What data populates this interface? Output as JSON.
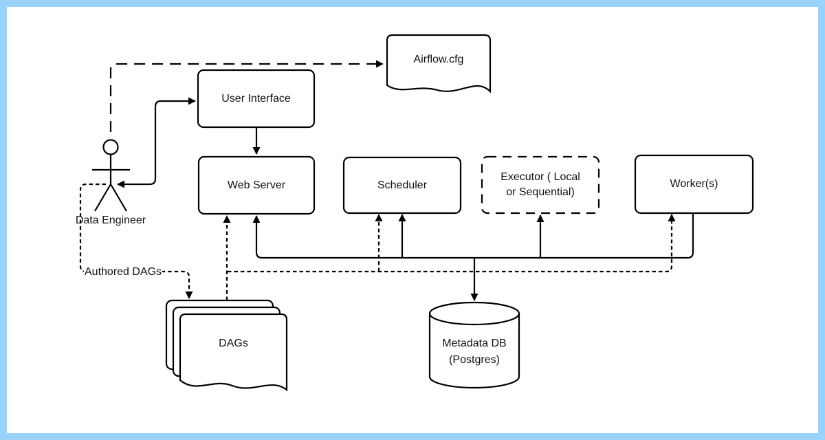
{
  "colors": {
    "frame": "#99d2fb",
    "background": "#ffffff",
    "ink": "#000000"
  },
  "nodes": {
    "airflow_cfg": {
      "label": "Airflow.cfg"
    },
    "user_interface": {
      "label": "User Interface"
    },
    "web_server": {
      "label": "Web Server"
    },
    "scheduler": {
      "label": "Scheduler"
    },
    "executor": {
      "line1": "Executor ( Local",
      "line2": "or Sequential)"
    },
    "workers": {
      "label": "Worker(s)"
    },
    "dags": {
      "label": "DAGs"
    },
    "metadata_db": {
      "line1": "Metadata DB",
      "line2": "(Postgres)"
    },
    "data_engineer": {
      "label": "Data Engineer"
    }
  },
  "edges": {
    "authored_dags_label": "Authored DAGs"
  }
}
